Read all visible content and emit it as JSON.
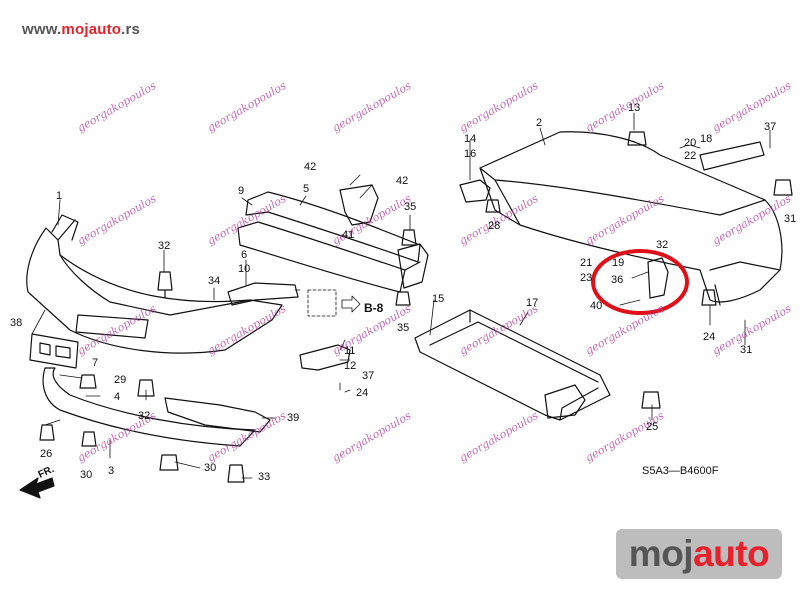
{
  "header": {
    "site_prefix": "www.",
    "site_brand": "mojauto",
    "site_suffix": ".rs"
  },
  "colors": {
    "brand_red": "#e8202a",
    "brand_grey": "#555555",
    "line": "#111111",
    "watermark": "#b03aa0",
    "highlight": "#e0101a"
  },
  "watermark_text": "georgakopoulos",
  "diagram_code": "S5A3—B4600F",
  "callouts": {
    "c1": "1",
    "c2": "2",
    "c3": "3",
    "c4": "4",
    "c5": "5",
    "c6": "6",
    "c7": "7",
    "c9": "9",
    "c10": "10",
    "c11": "11",
    "c12": "12",
    "c13": "13",
    "c14": "14",
    "c15": "15",
    "c16": "16",
    "c17": "17",
    "c18": "18",
    "c19": "19",
    "c20": "20",
    "c21": "21",
    "c22": "22",
    "c23": "23",
    "c24": "24",
    "c24b": "24",
    "c25": "25",
    "c26": "26",
    "c28": "28",
    "c29": "29",
    "c30": "30",
    "c30b": "30",
    "c31": "31",
    "c31b": "31",
    "c32": "32",
    "c32b": "32",
    "c32c": "32",
    "c33": "33",
    "c34": "34",
    "c35": "35",
    "c35b": "35",
    "c36": "36",
    "c37": "37",
    "c37b": "37",
    "c38": "38",
    "c39": "39",
    "c40": "40",
    "c41": "41",
    "c42": "42",
    "c42b": "42"
  },
  "ref_label": "B-8",
  "direction_label": "FR.",
  "logo": {
    "part1": "moj",
    "part2": "auto"
  }
}
